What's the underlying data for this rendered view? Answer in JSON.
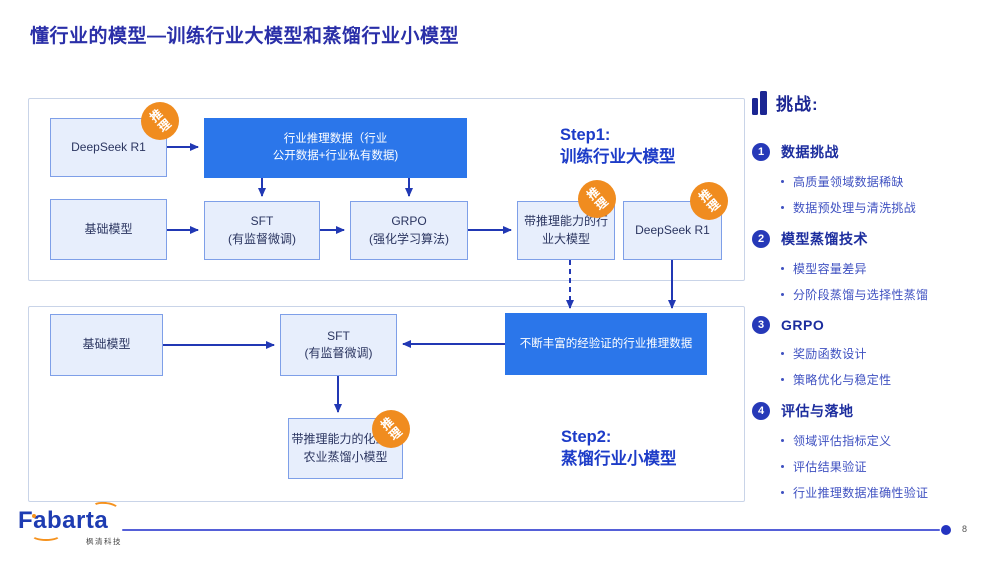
{
  "title": "懂行业的模型—训练行业大模型和蒸馏行业小模型",
  "colors": {
    "accent_blue": "#2b76ea",
    "light_box_blue": "#e7eefc",
    "badge_orange": "#f08c1f",
    "arrow_blue": "#2138b4",
    "title_blue": "#2a2fa8"
  },
  "diagram": {
    "badge_label": "推理",
    "step1": {
      "label": "Step1:\n训练行业大模型",
      "deepseek_source": "DeepSeek R1",
      "industry_data": "行业推理数据（行业\n公开数据+行业私有数据)",
      "base_model": "基础模型",
      "sft": "SFT\n(有监督微调)",
      "grpo": "GRPO\n(强化学习算法)",
      "industry_model": "带推理能力的行\n业大模型",
      "deepseek_right": "DeepSeek R1"
    },
    "step2": {
      "label": "Step2:\n蒸馏行业小模型",
      "base_model": "基础模型",
      "sft": "SFT\n(有监督微调)",
      "verified_data": "不断丰富的经验证的行业推理数据",
      "small_model": "带推理能力的化工和\n农业蒸馏小模型"
    }
  },
  "sidebar": {
    "heading": "挑战:",
    "sections": [
      {
        "num": "1",
        "title": "数据挑战",
        "bullets": [
          "高质量领域数据稀缺",
          "数据预处理与清洗挑战"
        ]
      },
      {
        "num": "2",
        "title": "模型蒸馏技术",
        "bullets": [
          "模型容量差异",
          "分阶段蒸馏与选择性蒸馏"
        ]
      },
      {
        "num": "3",
        "title": "GRPO",
        "bullets": [
          "奖励函数设计",
          "策略优化与稳定性"
        ]
      },
      {
        "num": "4",
        "title": "评估与落地",
        "bullets": [
          "领域评估指标定义",
          "评估结果验证",
          "行业推理数据准确性验证"
        ]
      }
    ]
  },
  "footer": {
    "logo": "Fabarta",
    "logo_sub": "枫清科技",
    "page_number": "8"
  }
}
